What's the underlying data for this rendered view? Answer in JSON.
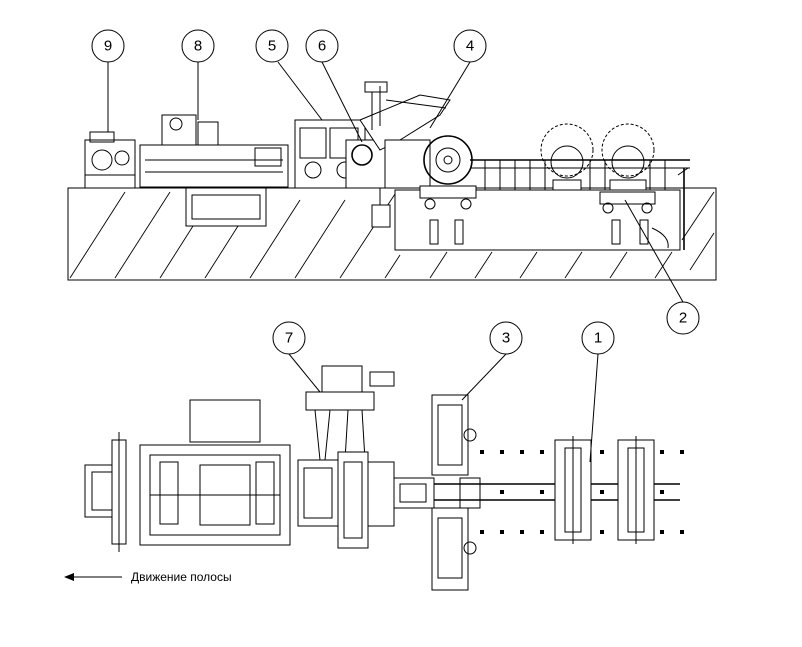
{
  "callouts": [
    "1",
    "2",
    "3",
    "4",
    "5",
    "6",
    "7",
    "8",
    "9"
  ],
  "legend": {
    "text": "Движение полосы",
    "arrow_icon": "arrow-left-icon"
  },
  "colors": {
    "line": "#000000",
    "background": "#ffffff"
  }
}
